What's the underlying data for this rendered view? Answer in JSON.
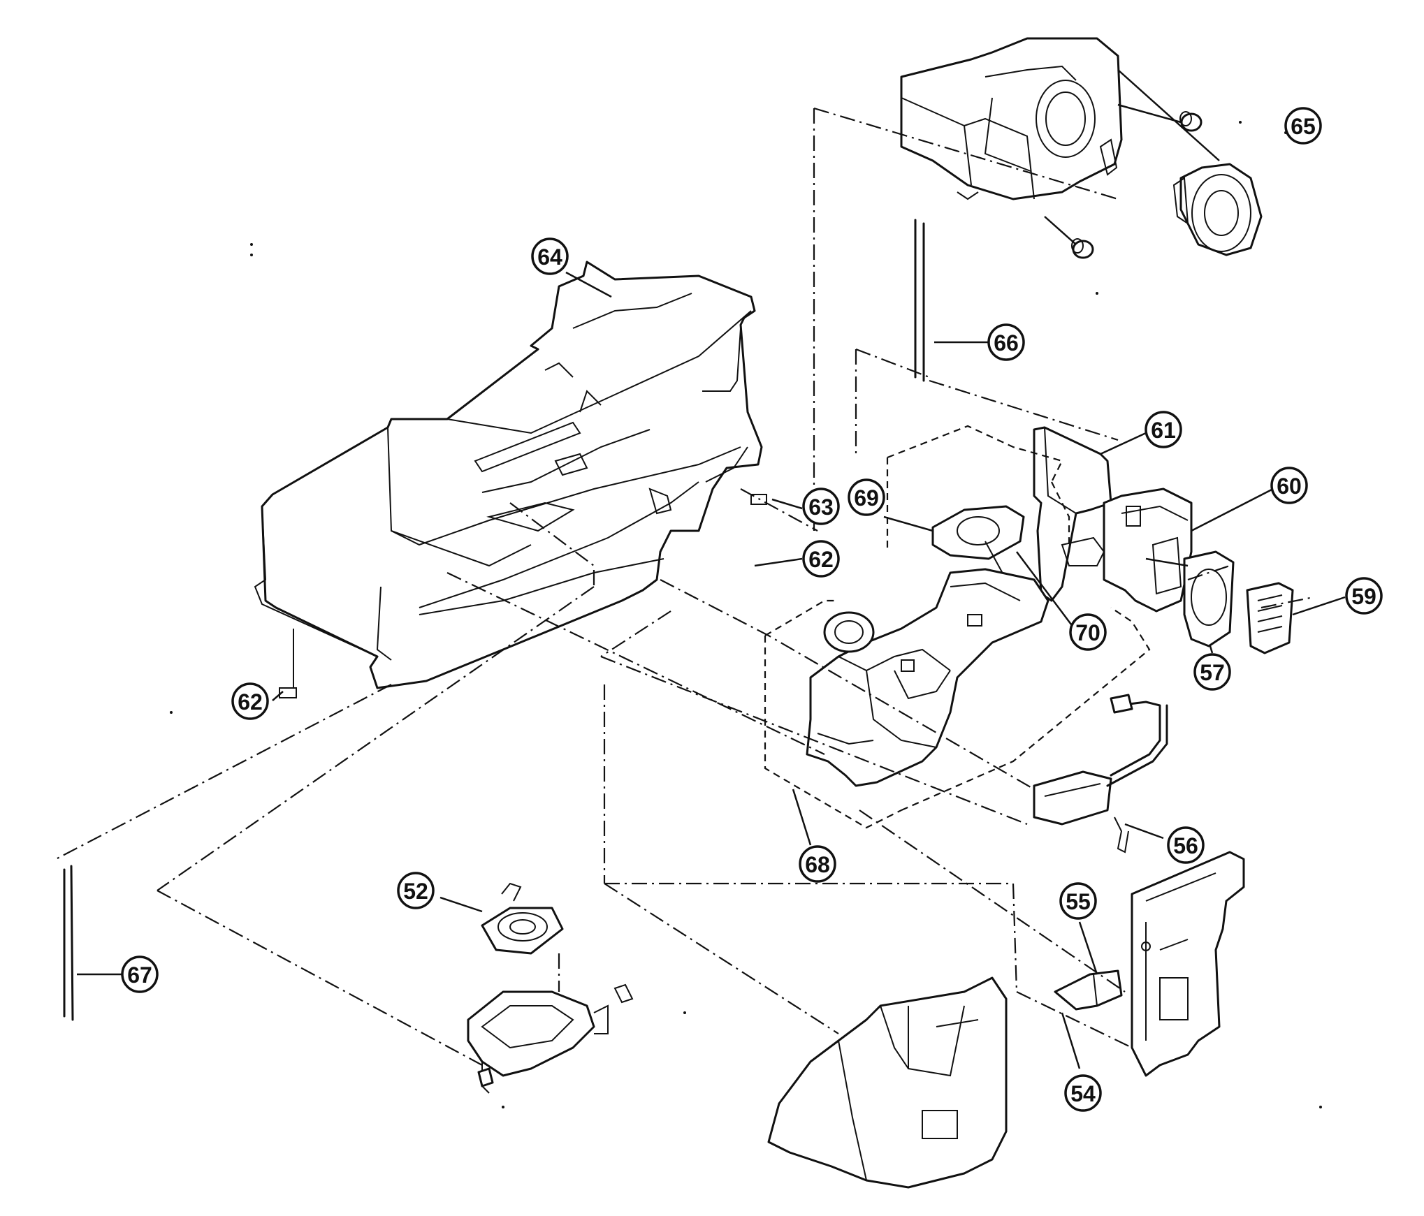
{
  "diagram": {
    "callouts": [
      {
        "id": "c52",
        "label": "52"
      },
      {
        "id": "c54",
        "label": "54"
      },
      {
        "id": "c55",
        "label": "55"
      },
      {
        "id": "c56",
        "label": "56"
      },
      {
        "id": "c57",
        "label": "57"
      },
      {
        "id": "c59",
        "label": "59"
      },
      {
        "id": "c60",
        "label": "60"
      },
      {
        "id": "c61",
        "label": "61"
      },
      {
        "id": "c62a",
        "label": "62"
      },
      {
        "id": "c62b",
        "label": "62"
      },
      {
        "id": "c63",
        "label": "63"
      },
      {
        "id": "c64",
        "label": "64"
      },
      {
        "id": "c65",
        "label": "65"
      },
      {
        "id": "c66",
        "label": "66"
      },
      {
        "id": "c67",
        "label": "67"
      },
      {
        "id": "c68",
        "label": "68"
      },
      {
        "id": "c69",
        "label": "69"
      },
      {
        "id": "c70",
        "label": "70"
      }
    ]
  }
}
